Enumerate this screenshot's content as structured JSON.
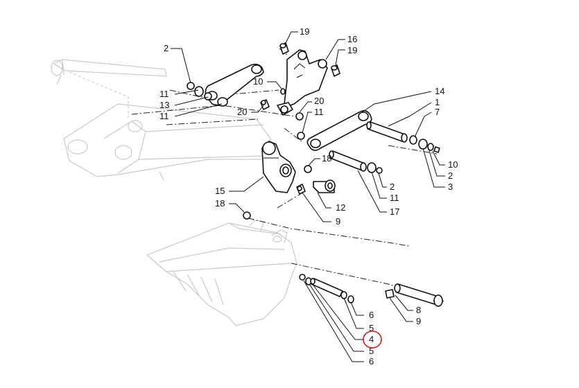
{
  "callouts": {
    "c19a": "19",
    "c16": "16",
    "c19b": "19",
    "c2a": "2",
    "c10a": "10",
    "c11a": "11",
    "c13": "13",
    "c11b": "11",
    "c20a": "20",
    "c20b": "20",
    "c11c": "11",
    "c14": "14",
    "c1": "1",
    "c7": "7",
    "c18a": "18",
    "c10b": "10",
    "c2b": "2",
    "c3": "3",
    "c2c": "2",
    "c11d": "11",
    "c17": "17",
    "c15": "15",
    "c12": "12",
    "c18b": "18",
    "c9a": "9",
    "c6a": "6",
    "c5a": "5",
    "c4": "4",
    "c5b": "5",
    "c6b": "6",
    "c8": "8",
    "c9b": "9"
  },
  "highlight": {
    "part": "4",
    "color": "#d42020"
  }
}
